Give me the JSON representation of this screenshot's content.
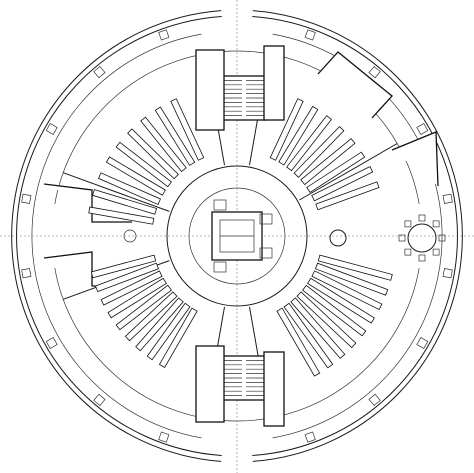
{
  "plan": {
    "view": "circular-floor-plan",
    "center_pillar": "core-with-elevator",
    "stairwells": [
      "north",
      "south"
    ],
    "desk_zones": {
      "north_west_rows": 9,
      "north_east_rows": 8,
      "east_rows": 9,
      "south_rows": 9
    },
    "conference_table_chairs": 8,
    "colors": {
      "ink": "#111111",
      "paper": "#ffffff",
      "dash": "#777777"
    }
  }
}
